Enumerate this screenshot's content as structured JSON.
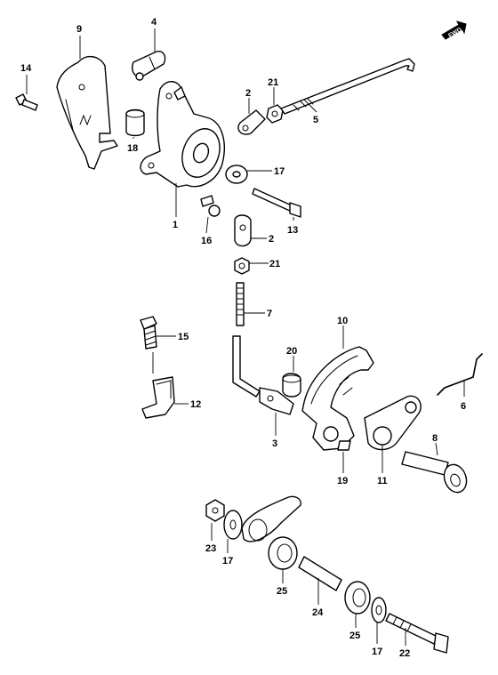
{
  "badge": {
    "fwd_text": "FWD"
  },
  "callouts": [
    {
      "id": "c1",
      "label": "1"
    },
    {
      "id": "c2a",
      "label": "2"
    },
    {
      "id": "c2b",
      "label": "2"
    },
    {
      "id": "c3",
      "label": "3"
    },
    {
      "id": "c4",
      "label": "4"
    },
    {
      "id": "c5",
      "label": "5"
    },
    {
      "id": "c6",
      "label": "6"
    },
    {
      "id": "c7",
      "label": "7"
    },
    {
      "id": "c8",
      "label": "8"
    },
    {
      "id": "c9",
      "label": "9"
    },
    {
      "id": "c10",
      "label": "10"
    },
    {
      "id": "c11",
      "label": "11"
    },
    {
      "id": "c12",
      "label": "12"
    },
    {
      "id": "c13",
      "label": "13"
    },
    {
      "id": "c14",
      "label": "14"
    },
    {
      "id": "c15",
      "label": "15"
    },
    {
      "id": "c16",
      "label": "16"
    },
    {
      "id": "c17a",
      "label": "17"
    },
    {
      "id": "c17b",
      "label": "17"
    },
    {
      "id": "c17c",
      "label": "17"
    },
    {
      "id": "c18",
      "label": "18"
    },
    {
      "id": "c19",
      "label": "19"
    },
    {
      "id": "c20",
      "label": "20"
    },
    {
      "id": "c21a",
      "label": "21"
    },
    {
      "id": "c21b",
      "label": "21"
    },
    {
      "id": "c22",
      "label": "22"
    },
    {
      "id": "c23",
      "label": "23"
    },
    {
      "id": "c24",
      "label": "24"
    },
    {
      "id": "c25a",
      "label": "25"
    },
    {
      "id": "c25b",
      "label": "25"
    }
  ]
}
